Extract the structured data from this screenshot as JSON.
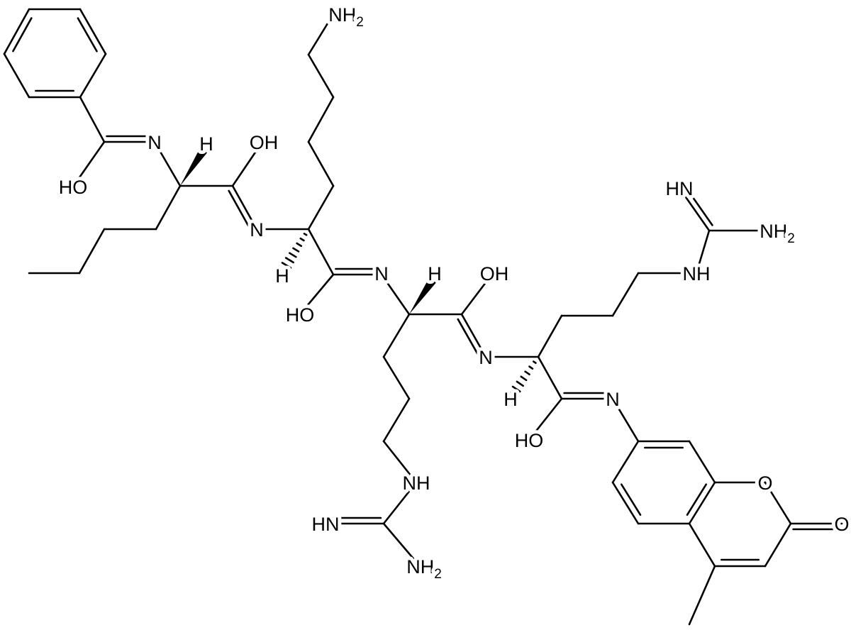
{
  "title": "Bz-Nle-Lys-Arg-Arg-AMC structure",
  "colors": {
    "bond": "#000000",
    "background": "#ffffff"
  },
  "atoms": [
    {
      "main": "N",
      "sub": ""
    },
    {
      "main": "HO",
      "sub": ""
    },
    {
      "main": "H",
      "sub": ""
    },
    {
      "main": "OH",
      "sub": ""
    },
    {
      "main": "N",
      "sub": ""
    },
    {
      "main": "H",
      "sub": ""
    },
    {
      "main": "NH",
      "sub": "2"
    },
    {
      "main": "N",
      "sub": ""
    },
    {
      "main": "HO",
      "sub": ""
    },
    {
      "main": "H",
      "sub": ""
    },
    {
      "main": "OH",
      "sub": ""
    },
    {
      "main": "N",
      "sub": ""
    },
    {
      "main": "H",
      "sub": ""
    },
    {
      "main": "NH",
      "sub": ""
    },
    {
      "main": "HN",
      "sub": ""
    },
    {
      "main": "NH",
      "sub": "2"
    },
    {
      "main": "HN",
      "sub": ""
    },
    {
      "main": "NH",
      "sub": "2"
    },
    {
      "main": "NH",
      "sub": ""
    },
    {
      "main": "N",
      "sub": ""
    },
    {
      "main": "HO",
      "sub": ""
    },
    {
      "main": "O",
      "sub": ""
    },
    {
      "main": "O",
      "sub": ""
    }
  ]
}
